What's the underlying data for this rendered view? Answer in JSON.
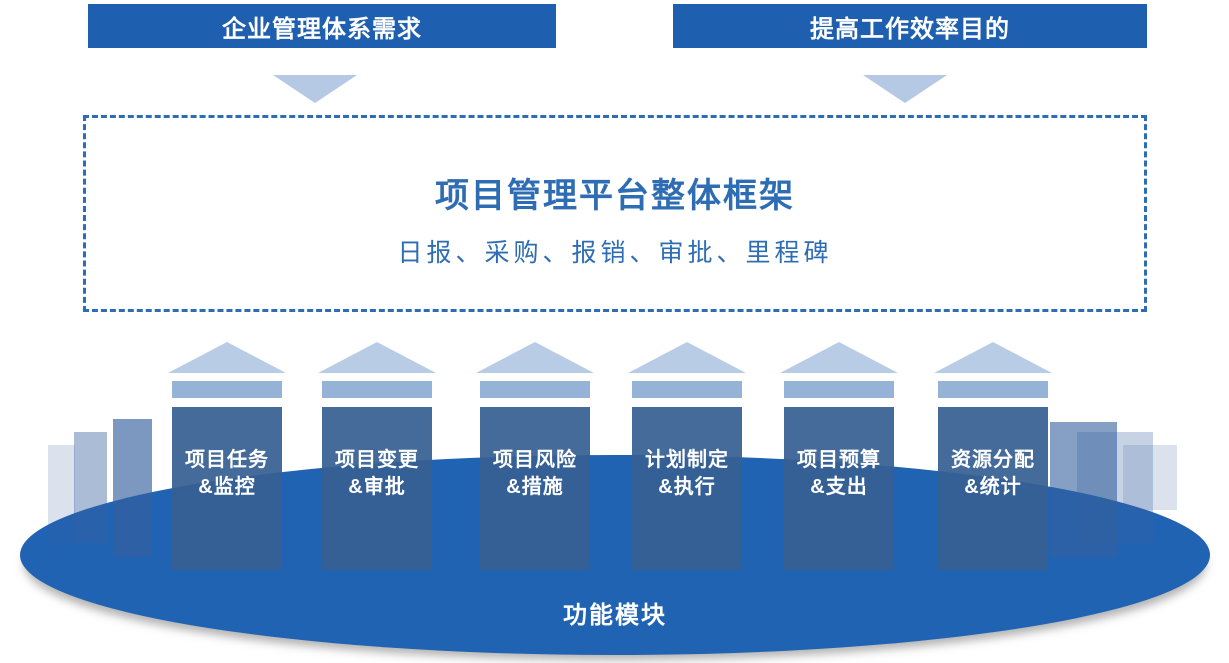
{
  "headers": [
    {
      "label": "企业管理体系需求"
    },
    {
      "label": "提高工作效率目的"
    }
  ],
  "frame": {
    "title": "项目管理平台整体框架",
    "subtitle": "日报、采购、报销、审批、里程碑"
  },
  "pillars": [
    {
      "line1": "项目任务",
      "line2": "&监控"
    },
    {
      "line1": "项目变更",
      "line2": "&审批"
    },
    {
      "line1": "项目风险",
      "line2": "&措施"
    },
    {
      "line1": "计划制定",
      "line2": "&执行"
    },
    {
      "line1": "项目预算",
      "line2": "&支出"
    },
    {
      "line1": "资源分配",
      "line2": "&统计"
    }
  ],
  "platform": {
    "label": "功能模块"
  },
  "palette": {
    "banner_blue": "#1F5FB0",
    "ellipse_blue": "#2063B3",
    "pillar_body_blue": "#366092",
    "pillar_cap_blue": "#95B3D7",
    "roof_light_blue": "#B9CCE5",
    "arrow_light_blue": "#B5C8E4",
    "title_blue": "#2E6DB4",
    "dashed_border_blue": "#2E6DB5"
  }
}
